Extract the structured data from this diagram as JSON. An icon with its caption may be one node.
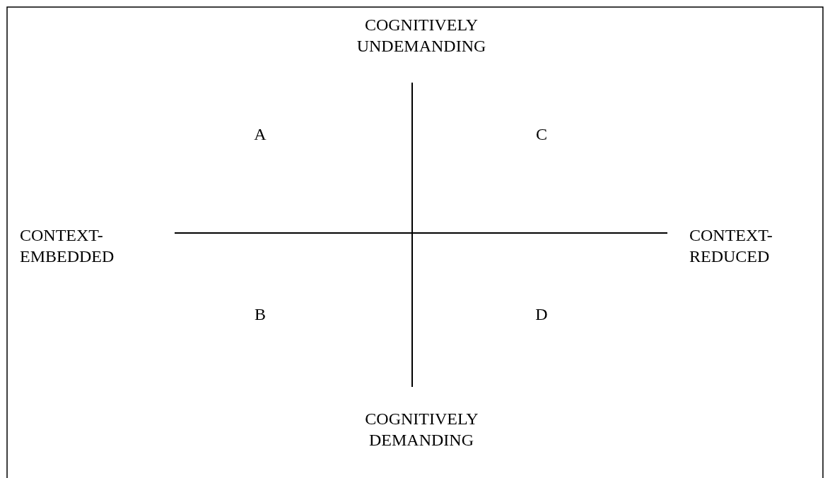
{
  "diagram": {
    "labels": [
      "COGNITIVELY UNDEMANDING",
      "A",
      "C",
      "CONTEXT- EMBEDDED",
      "CONTEXT- REDUCED",
      "B",
      "D",
      "COGNITIVELY DEMANDING"
    ]
  }
}
